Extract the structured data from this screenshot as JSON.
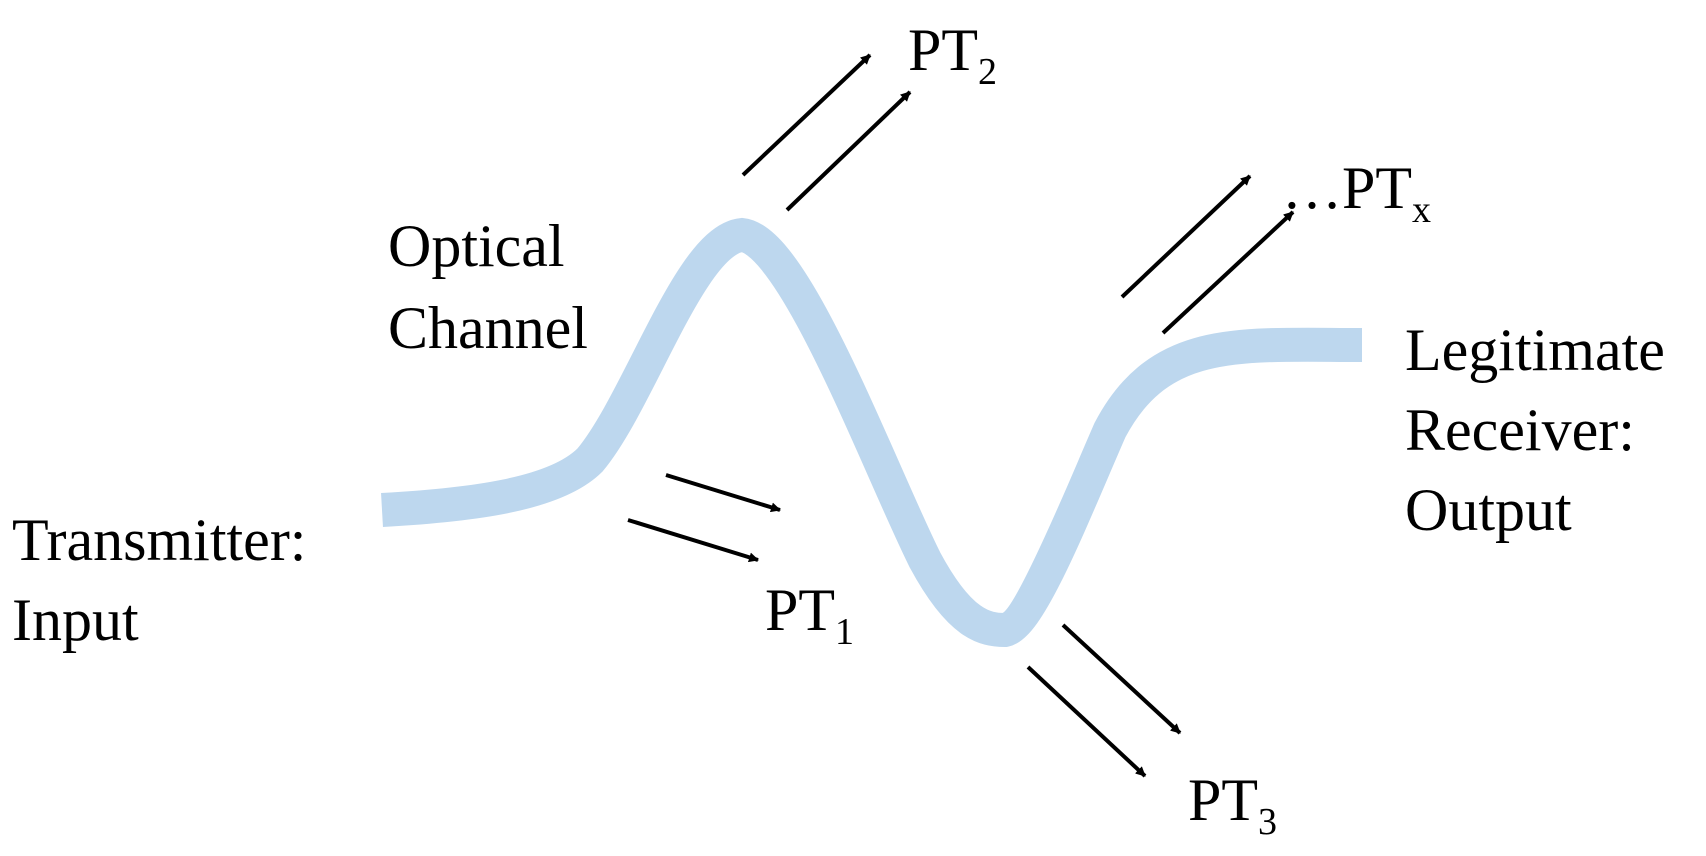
{
  "colors": {
    "channel": "#bdd7ee",
    "arrow": "#000000",
    "text": "#000000"
  },
  "labels": {
    "transmitter_line1": "Transmitter:",
    "transmitter_line2": "Input",
    "optical_line1": "Optical",
    "optical_line2": "Channel",
    "receiver_line1": "Legitimate",
    "receiver_line2": "Receiver:",
    "receiver_line3": "Output",
    "pt1": {
      "main": "PT",
      "sub": "1"
    },
    "pt2": {
      "main": "PT",
      "sub": "2"
    },
    "pt3": {
      "main": "PT",
      "sub": "3"
    },
    "ptx": {
      "main": "…PT",
      "sub": "x"
    }
  }
}
